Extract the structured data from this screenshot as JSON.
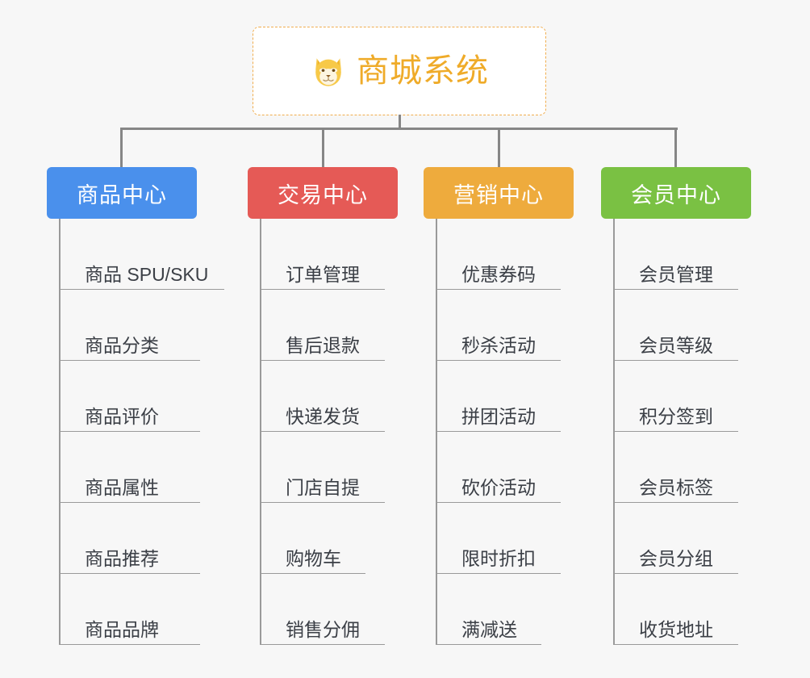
{
  "root": {
    "title": "商城系统",
    "icon": "shiba-dog-icon",
    "border_color": "#f0ad4e",
    "text_color": "#efab29",
    "background": "#ffffff"
  },
  "canvas": {
    "background": "#f7f7f7",
    "connector_color": "#868686"
  },
  "branches": [
    {
      "label": "商品中心",
      "color": "#4a90ec",
      "items": [
        "商品 SPU/SKU",
        "商品分类",
        "商品评价",
        "商品属性",
        "商品推荐",
        "商品品牌"
      ]
    },
    {
      "label": "交易中心",
      "color": "#e55a56",
      "items": [
        "订单管理",
        "售后退款",
        "快递发货",
        "门店自提",
        "购物车",
        "销售分佣"
      ]
    },
    {
      "label": "营销中心",
      "color": "#eeab3d",
      "items": [
        "优惠券码",
        "秒杀活动",
        "拼团活动",
        "砍价活动",
        "限时折扣",
        "满减送"
      ]
    },
    {
      "label": "会员中心",
      "color": "#7ac143",
      "items": [
        "会员管理",
        "会员等级",
        "积分签到",
        "会员标签",
        "会员分组",
        "收货地址"
      ]
    }
  ]
}
